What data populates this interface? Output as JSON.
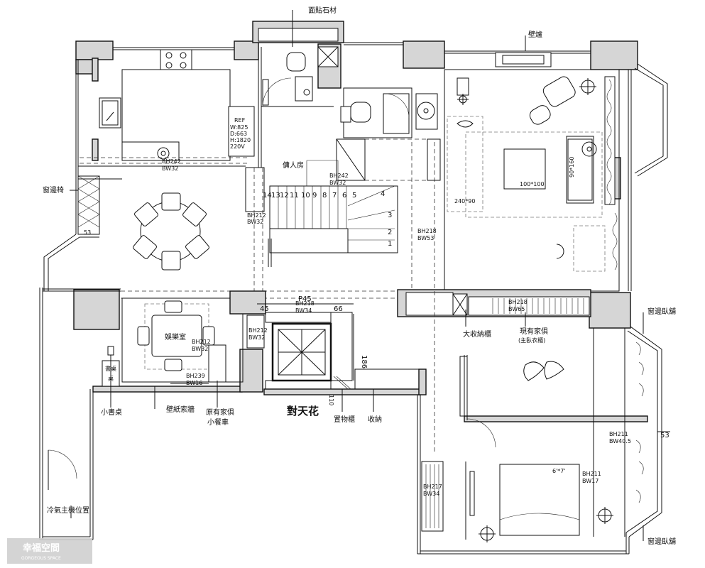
{
  "labels": {
    "stone_finish": "面貼石材",
    "fireplace": "壁爐",
    "maid_room": "傭人房",
    "window_seat": "窗邊椅",
    "entertainment_room": "娛樂室",
    "small_desk": "小書桌",
    "wallpaper_wall": "壁紙索牆",
    "existing_furniture_cart_l1": "原有家俱",
    "existing_furniture_cart_l2": "小餐車",
    "ceiling_align": "對天花",
    "display_cabinet": "置物櫃",
    "storage": "收納",
    "large_storage_cabinet": "大收納櫃",
    "existing_furniture_wardrobe_l1": "現有家俱",
    "existing_furniture_wardrobe_l2": "(主臥衣櫃)",
    "window_bed_top": "窗邊臥舖",
    "window_bed_bottom": "窗邊臥舖",
    "ac_unit_location": "冷氣主機位置",
    "study_desk_small": "書桌",
    "study_desk_small2": "桌"
  },
  "dimensions": {
    "rug_living": "100*100",
    "sofa_living": "240*90",
    "chair_side": "90*160",
    "bed_size": "6'*7'",
    "dim_53_left": "53",
    "dim_53_right": "53",
    "dim_45_left": "45",
    "dim_66": "66",
    "dim_p45": "P45",
    "dim_186": "186",
    "dim_110": "110"
  },
  "annotations": {
    "bh242_kitchen": "BH242",
    "bw32_kitchen": "BW32",
    "bh242_stair": "BH242",
    "bw32_stair": "BW32",
    "bh_left_col": "BH212",
    "bw_left_col": "BW32",
    "bh218_main": "BH218",
    "bw53_main": "BW53",
    "bh218_wardrobe": "BH218",
    "bw65_wardrobe": "BW65",
    "bh239": "BH239",
    "bw16": "BW16",
    "bh211_a": "BH211",
    "bw405": "BW40.5",
    "bh211_b": "BH211",
    "bw17": "BW17",
    "bh217": "BH217",
    "bw34": "BW34",
    "bh_ent": "BH212",
    "bw_ent": "BW32",
    "bh_elev": "BH212",
    "bw_elev": "BW32",
    "bh_beam": "BH218",
    "bw_beam": "BW34",
    "ref_1": "REF",
    "ref_2": "W:825",
    "ref_3": "D:663",
    "ref_4": "H:1820",
    "ref_5": "220V"
  },
  "stairs": [
    "14",
    "13",
    "12",
    "11",
    "10",
    "9",
    "8",
    "7",
    "6",
    "5",
    "4",
    "3",
    "2",
    "1"
  ],
  "watermark": "幸福空間",
  "watermark_sub": "GORGEOUS SPACE"
}
